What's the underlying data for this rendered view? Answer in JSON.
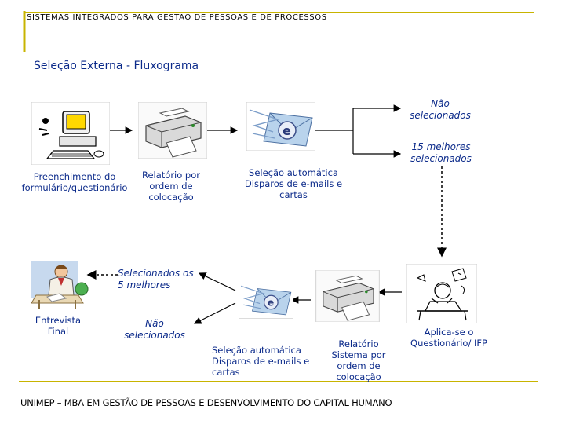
{
  "header": {
    "title": "SISTEMAS INTEGRADOS PARA GESTAO DE PESSOAS E DE PROCESSOS"
  },
  "subtitle": "Seleção Externa - Fluxograma",
  "nodes": {
    "preenchimento": "Preenchimento do formulário/questionário",
    "relatorio_ordem": "Relatório por ordem de colocação",
    "selecao_auto_top": "Seleção automática Disparos de e-mails e cartas",
    "nao_selecionados_top": "Não selecionados",
    "quinze_melhores": "15 melhores selecionados",
    "aplica_se": "Aplica-se o Questionário/ IFP",
    "relatorio_sistema": "Relatório Sistema por ordem de colocação",
    "selecao_auto_bottom": "Seleção automática Disparos de e-mails e cartas",
    "selecionados_5": "Selecionados os 5 melhores",
    "nao_selecionados_bottom": "Não selecionados",
    "entrevista": "Entrevista Final"
  },
  "icons": {
    "computer": "computer-icon",
    "printer": "printer-icon",
    "email": "email-icon",
    "questionnaire_person": "questionnaire-person-icon",
    "interview_person": "interview-person-icon"
  },
  "colors": {
    "frame": "#c8b400",
    "text": "#0b2a8a",
    "arrow": "#000000"
  },
  "footer": {
    "text": "UNIMEP – MBA EM GESTÃO DE PESSOAS E DESENVOLVIMENTO DO CAPITAL HUMANO"
  }
}
